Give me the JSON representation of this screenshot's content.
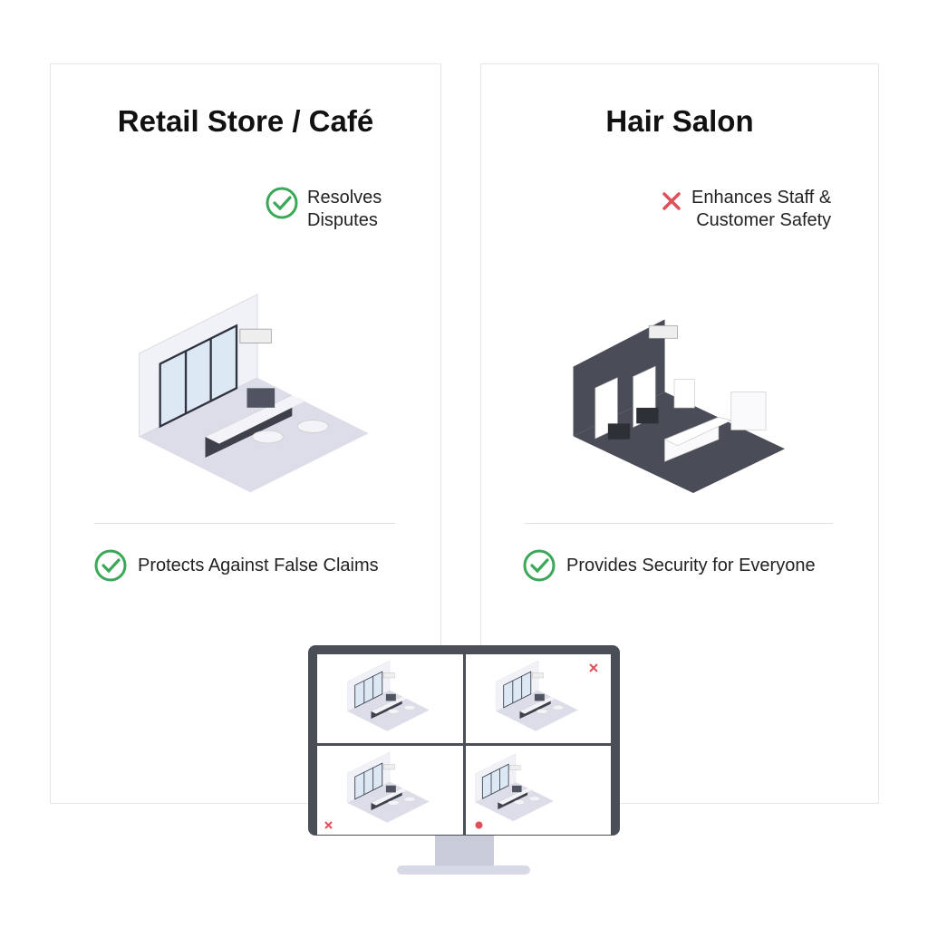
{
  "left_panel": {
    "title": "Retail Store / Café",
    "callout": {
      "icon": "check-circle-icon",
      "line1": "Resolves",
      "line2": "Disputes"
    },
    "feature": {
      "icon": "check-circle-icon",
      "label": "Protects Against False Claims"
    }
  },
  "right_panel": {
    "title": "Hair Salon",
    "callout": {
      "icon": "x-mark-icon",
      "line1": "Enhances Staff &",
      "line2": "Customer Safety"
    },
    "feature": {
      "icon": "check-circle-icon",
      "label": "Provides Security for Everyone"
    }
  },
  "colors": {
    "check": "#3aa856",
    "cross": "#e0505a",
    "monitor": "#4a4e57"
  }
}
